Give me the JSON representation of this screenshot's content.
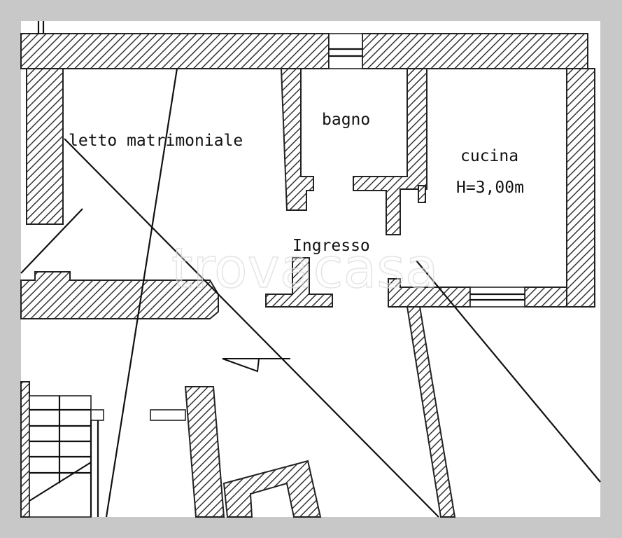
{
  "rooms": {
    "bedroom": "letto matrimoniale",
    "bathroom": "bagno",
    "kitchen": "cucina",
    "kitchen_height": "H=3,00m",
    "entrance": "Ingresso"
  },
  "watermark": "trovacasa",
  "colors": {
    "frame": "#c8c8c8",
    "background": "#ffffff",
    "lines": "#111111"
  }
}
